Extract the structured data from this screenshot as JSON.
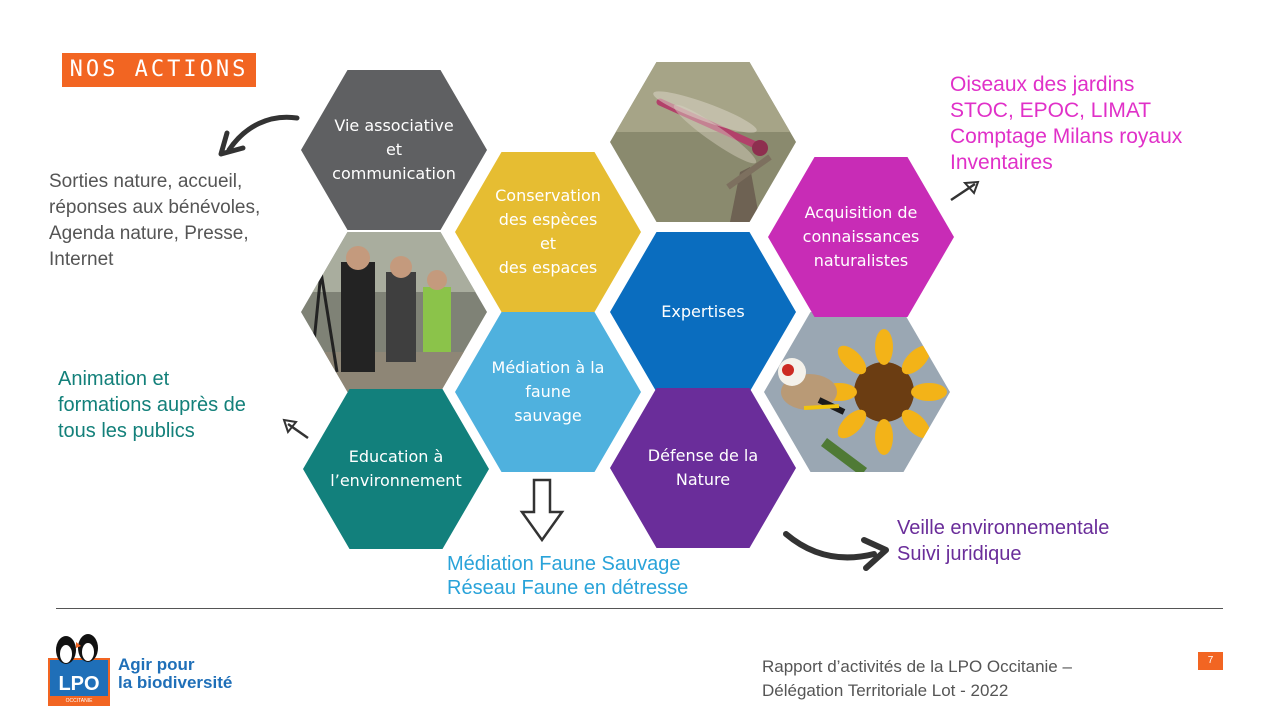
{
  "slide": {
    "title": "NOS ACTIONS"
  },
  "hexagons": [
    {
      "id": "vie-associative",
      "label": "Vie associative\net\ncommunication",
      "color": "#5f6062"
    },
    {
      "id": "conservation",
      "label": "Conservation\ndes espèces\net\ndes espaces",
      "color": "#e6bd32"
    },
    {
      "id": "acquisition",
      "label": "Acquisition de\nconnaissances\nnaturalistes",
      "color": "#c82cb6"
    },
    {
      "id": "expertises",
      "label": "Expertises",
      "color": "#0a6dbf"
    },
    {
      "id": "mediation",
      "label": "Médiation à la\nfaune sauvage",
      "color": "#4fb1de"
    },
    {
      "id": "education",
      "label": "Education à\nl’environnement",
      "color": "#12807c"
    },
    {
      "id": "defense",
      "label": "Défense de la\nNature",
      "color": "#6a2d9a"
    }
  ],
  "photos": [
    {
      "id": "dragonfly",
      "icon": "dragonfly-photo"
    },
    {
      "id": "birdwatchers",
      "icon": "birdwatchers-photo"
    },
    {
      "id": "goldfinch",
      "icon": "goldfinch-sunflower-photo"
    }
  ],
  "notes": {
    "left_gray": "Sorties  nature, accueil,\nréponses aux bénévoles,\nAgenda  nature, Presse,\nInternet",
    "left_teal": "Animation et\nformations auprès de\ntous les publics",
    "top_right_magenta": "Oiseaux des jardins\nSTOC, EPOC, LIMAT\nComptage Milans royaux\nInventaires",
    "bottom_blue": "Médiation Faune Sauvage\nRéseau Faune en détresse",
    "bottom_right_purple": "Veille environnementale\nSuivi juridique"
  },
  "footer": {
    "report": "Rapport d’activités de la LPO Occitanie –\nDélégation Territoriale Lot - 2022",
    "page_number": "7",
    "tagline": "Agir pour\nla biodiversité",
    "logo_text": "LPO",
    "logo_subtext": "OCCITANIE"
  },
  "colors": {
    "accent_orange": "#f26522",
    "brand_blue": "#1f6fb8"
  }
}
